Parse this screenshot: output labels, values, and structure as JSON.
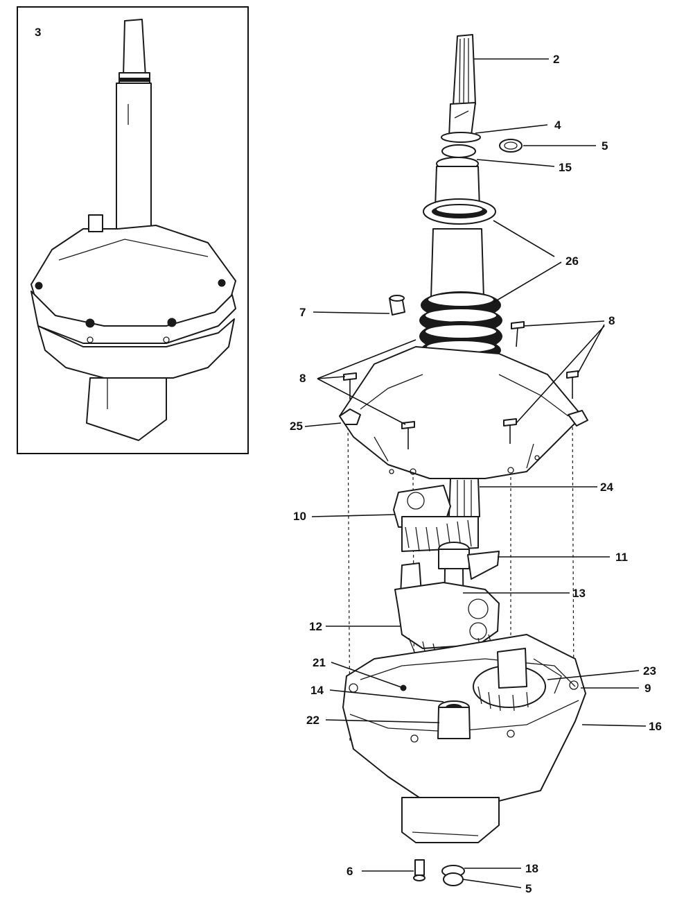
{
  "inset": {
    "label": "3"
  },
  "callouts": {
    "c2": "2",
    "c4": "4",
    "c5a": "5",
    "c15": "15",
    "c26": "26",
    "c7": "7",
    "c8a": "8",
    "c8b": "8",
    "c25": "25",
    "c24": "24",
    "c10": "10",
    "c11": "11",
    "c13": "13",
    "c12": "12",
    "c21": "21",
    "c23": "23",
    "c9": "9",
    "c14": "14",
    "c22": "22",
    "c16": "16",
    "c6": "6",
    "c18": "18",
    "c5b": "5"
  }
}
